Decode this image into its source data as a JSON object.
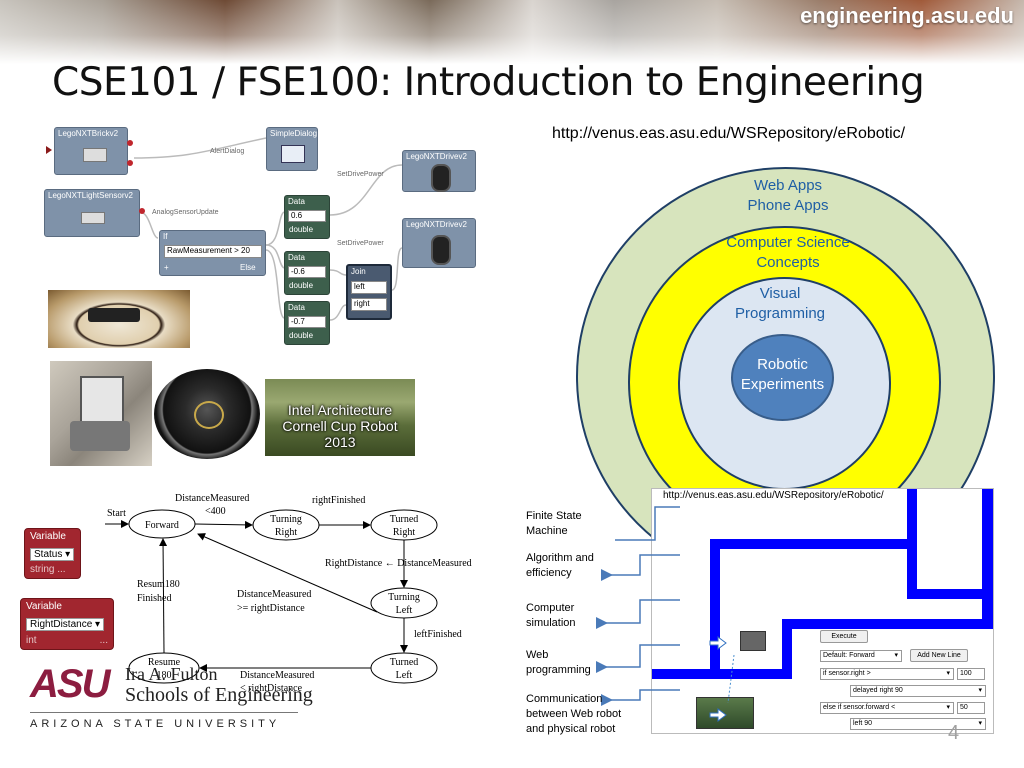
{
  "banner": {
    "site": "engineering.asu.edu"
  },
  "slide": {
    "title": "CSE101 / FSE100: Introduction to Engineering",
    "url": "http://venus.eas.asu.edu/WSRepository/eRobotic/",
    "page_number": "4"
  },
  "vpl": {
    "nodes": {
      "bricks": "LegoNXTBrickv2",
      "light": "LegoNXTLightSensorv2",
      "dialog": "SimpleDialog",
      "drive1": "LegoNXTDrivev2",
      "drive2": "LegoNXTDrivev2",
      "if_title": "If",
      "if_condition": "RawMeasurement > 20",
      "if_plus": "+",
      "if_else": "Else",
      "data_title": "Data",
      "data_type": "double",
      "data1_value": "0.6",
      "data2_value": "-0.6",
      "data3_value": "-0.7",
      "join_title": "Join",
      "join_left": "left",
      "join_right": "right"
    },
    "wires": {
      "alert": "AlertDialog",
      "analog": "AnalogSensorUpdate",
      "power1": "SetDrivePower",
      "power2": "SetDrivePower"
    }
  },
  "photos": {
    "intel_caption_1": "Intel Architecture",
    "intel_caption_2": "Cornell Cup Robot",
    "intel_caption_3": "2013"
  },
  "circles": {
    "outer_1": "Web Apps",
    "outer_2": "Phone Apps",
    "second_1": "Computer Science",
    "second_2": "Concepts",
    "third_1": "Visual",
    "third_2": "Programming",
    "core_1": "Robotic",
    "core_2": "Experiments"
  },
  "fsm": {
    "start": "Start",
    "forward": "Forward",
    "turning_right_1": "Turning",
    "turning_right_2": "Right",
    "turned_right_1": "Turned",
    "turned_right_2": "Right",
    "turning_left_1": "Turning",
    "turning_left_2": "Left",
    "turned_left_1": "Turned",
    "turned_left_2": "Left",
    "resume_1": "Resume",
    "resume_2": "180",
    "dm400_1": "DistanceMeasured",
    "dm400_2": "<400",
    "right_finished": "rightFinished",
    "right_distance": "RightDistance ← DistanceMeasured",
    "dm_ge_1": "DistanceMeasured",
    "dm_ge_2": ">= rightDistance",
    "left_finished": "leftFinished",
    "resum_1": "Resum180",
    "resum_2": "Finished",
    "dm_lt_1": "DistanceMeasured",
    "dm_lt_2": "< rightDistance"
  },
  "variables": [
    {
      "title": "Variable",
      "name": "Status",
      "type": "string",
      "dots": "..."
    },
    {
      "title": "Variable",
      "name": "RightDistance",
      "type": "int",
      "dots": "..."
    }
  ],
  "logo": {
    "mark": "ASU",
    "line1": "Ira A. Fulton",
    "line2": "Schools of Engineering",
    "line3": "ARIZONA STATE UNIVERSITY"
  },
  "list": [
    {
      "line1": "Finite State",
      "line2": "Machine"
    },
    {
      "line1": "Algorithm and",
      "line2": "efficiency"
    },
    {
      "line1": "Computer",
      "line2": "simulation"
    },
    {
      "line1": "Web",
      "line2": "programming"
    },
    {
      "line1": "Communication",
      "line2": "between Web robot",
      "line3": "and physical robot"
    }
  ],
  "sim": {
    "url": "http://venus.eas.asu.edu/WSRepository/eRobotic/",
    "execute": "Execute",
    "mode": "Default: Forward",
    "add_line": "Add New Line",
    "cond1": "if sensor.right >",
    "val1": "100",
    "act1": "delayed right 90",
    "cond2": "else if sensor.forward <",
    "val2": "50",
    "act2": "left 90"
  }
}
